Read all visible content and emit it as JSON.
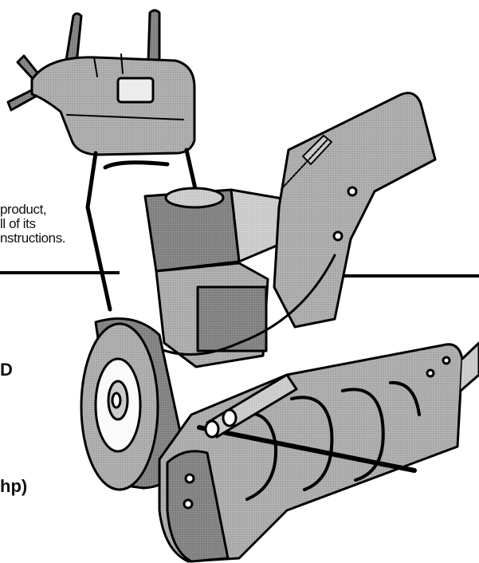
{
  "text_fragments": {
    "line1": "product,",
    "line2": "ll of its",
    "line3": "nstructions.",
    "heading_fragment": "D",
    "power_fragment": "hp)"
  },
  "colors": {
    "ink": "#000000",
    "machine_fill": "#a9a9a9",
    "machine_dark": "#7a7a7a",
    "machine_light": "#cfcfcf",
    "background": "#ffffff"
  }
}
